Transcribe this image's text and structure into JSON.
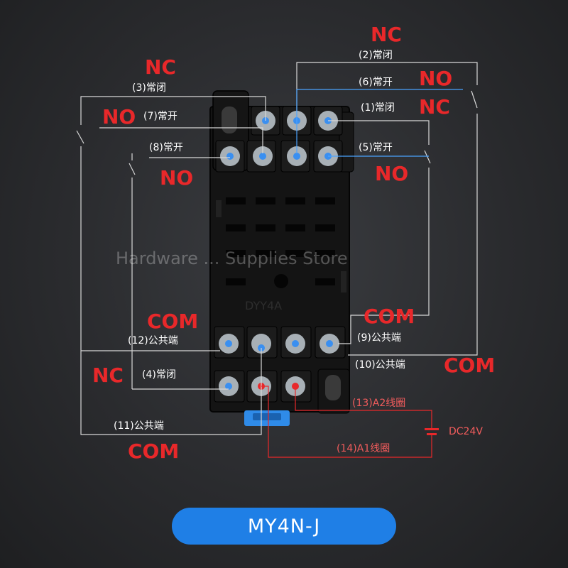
{
  "watermark": "Hardware ... Supplies Store",
  "model": "MY4N-J",
  "labels": {
    "nc_top": "NC",
    "t2": "(2)常闭",
    "nc_left_top": "NC",
    "t3": "(3)常闭",
    "no_right_top": "NO",
    "t6": "(6)常开",
    "no_left": "NO",
    "t7": "(7)常开",
    "t1": "(1)常闭",
    "nc_right": "NC",
    "t8": "(8)常开",
    "t5": "(5)常开",
    "no_left_bottom": "NO",
    "no_right_bottom": "NO",
    "com_left": "COM",
    "com_right": "COM",
    "t12": "(12)公共端",
    "t9": "(9)公共端",
    "t10": "(10)公共端",
    "com_far_right": "COM",
    "nc_left_bottom": "NC",
    "t4": "(4)常闭",
    "t13": "(13)A2线圈",
    "dc": "DC24V",
    "t14": "(14)A1线圈",
    "t11": "(11)公共端",
    "com_bottom": "COM"
  },
  "colors": {
    "accent_red": "#e8282a",
    "wire_blue": "#4aa3ff",
    "badge_blue": "#1f7fe6"
  }
}
